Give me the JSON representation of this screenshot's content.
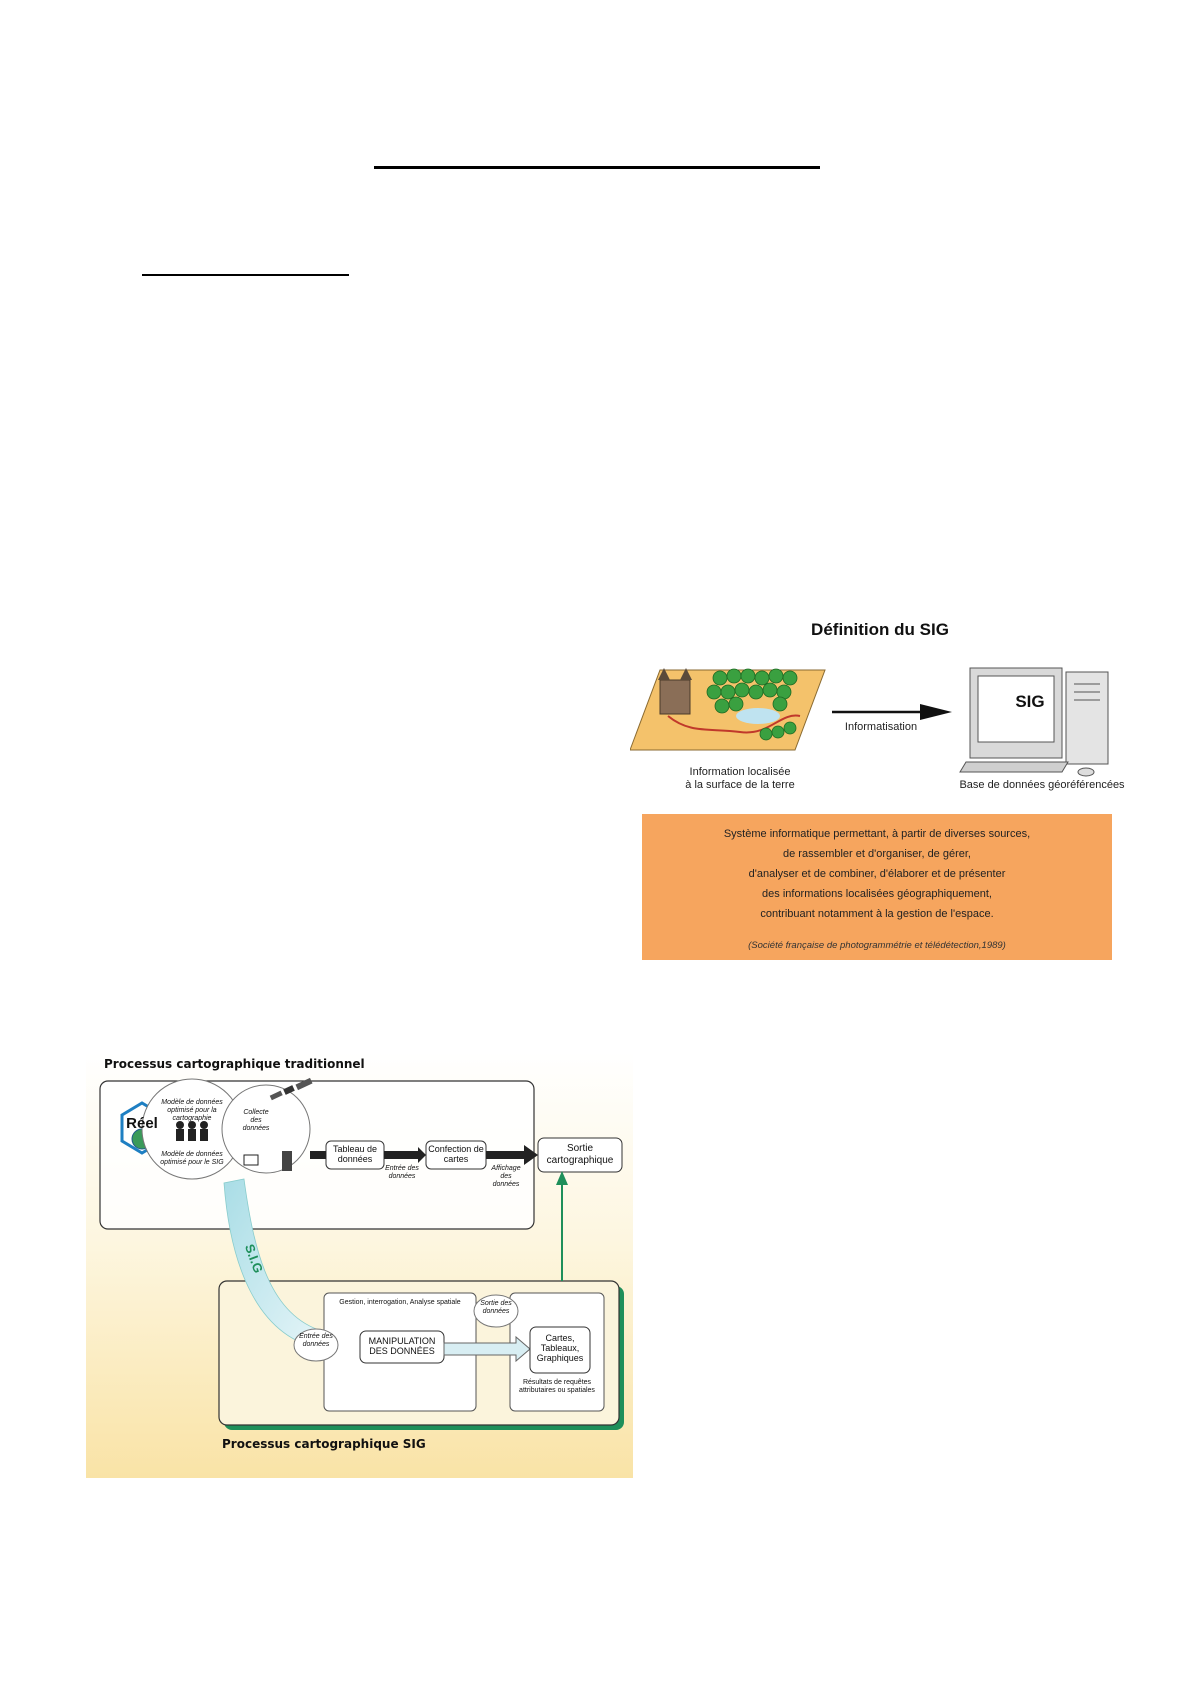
{
  "definition_figure": {
    "title": "Définition du SIG",
    "left_caption_line1": "Information localisée",
    "left_caption_line2": "à la surface de la terre",
    "arrow_label": "Informatisation",
    "computer_screen_label": "SIG",
    "right_caption": "Base de données géoréférencées",
    "definition_lines": [
      "Système informatique permettant, à partir de diverses sources,",
      "de rassembler et d'organiser, de gérer,",
      "d'analyser et de combiner, d'élaborer et de présenter",
      "des informations localisées géographiquement,",
      "contribuant notamment à la gestion de l'espace."
    ],
    "source": "(Société française de photogrammétrie et télédétection,1989)",
    "box_color": "#f6a55e"
  },
  "process_figure": {
    "top_title": "Processus cartographique traditionnel",
    "bottom_title": "Processus cartographique SIG",
    "reel_label": "Réel",
    "model_top": "Modèle de données optimisé pour la cartographie",
    "model_bottom": "Modèle de données optimisé pour le SIG",
    "collecte": "Collecte des données",
    "tableau": "Tableau de données",
    "confection": "Confection de cartes",
    "sortie": "Sortie cartographique",
    "entree_top": "Entrée des données",
    "affichage": "Affichage des données",
    "sig_arrow": "S.I.G",
    "gestion": "Gestion, interrogation, Analyse spatiale",
    "entree_bottom": "Entrée des données",
    "manipulation": "MANIPULATION DES DONNÉES",
    "sortie_small": "Sortie des données",
    "cartes": "Cartes, Tableaux, Graphiques",
    "resultats": "Résultats de requêtes attributaires ou spatiales",
    "accent_color": "#1e8f5a"
  }
}
